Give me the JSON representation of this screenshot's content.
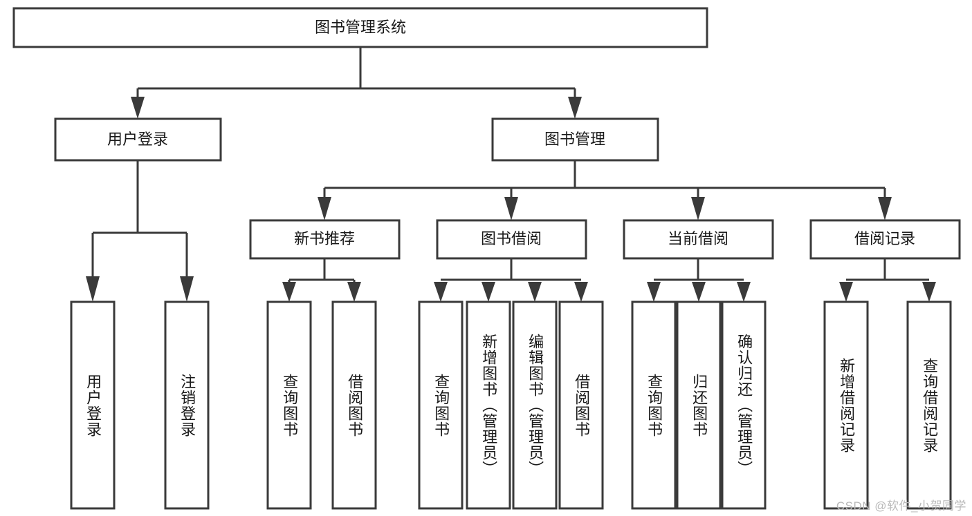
{
  "diagram": {
    "title": "图书管理系统",
    "type": "tree",
    "watermark": "CSDN @软件_小贺同学",
    "colors": {
      "box_stroke": "#3a3a3a",
      "box_fill": "#ffffff",
      "text": "#1a1a1a",
      "watermark": "#b9b9b9",
      "background": "#ffffff"
    },
    "root": {
      "label": "图书管理系统"
    },
    "level2": [
      {
        "label": "用户登录"
      },
      {
        "label": "图书管理"
      }
    ],
    "level3": [
      {
        "label": "新书推荐"
      },
      {
        "label": "图书借阅"
      },
      {
        "label": "当前借阅"
      },
      {
        "label": "借阅记录"
      }
    ],
    "leaves": {
      "user_login": [
        {
          "label": "用户登录"
        },
        {
          "label": "注销登录"
        }
      ],
      "new_book_recommend": [
        {
          "label": "查询图书"
        },
        {
          "label": "借阅图书"
        }
      ],
      "book_borrow": [
        {
          "label": "查询图书"
        },
        {
          "label": "新增图书（管理员）"
        },
        {
          "label": "编辑图书（管理员）"
        },
        {
          "label": "借阅图书"
        }
      ],
      "current_borrow": [
        {
          "label": "查询图书"
        },
        {
          "label": "归还图书"
        },
        {
          "label": "确认归还（管理员）"
        }
      ],
      "borrow_record": [
        {
          "label": "新增借阅记录"
        },
        {
          "label": "查询借阅记录"
        }
      ]
    }
  }
}
